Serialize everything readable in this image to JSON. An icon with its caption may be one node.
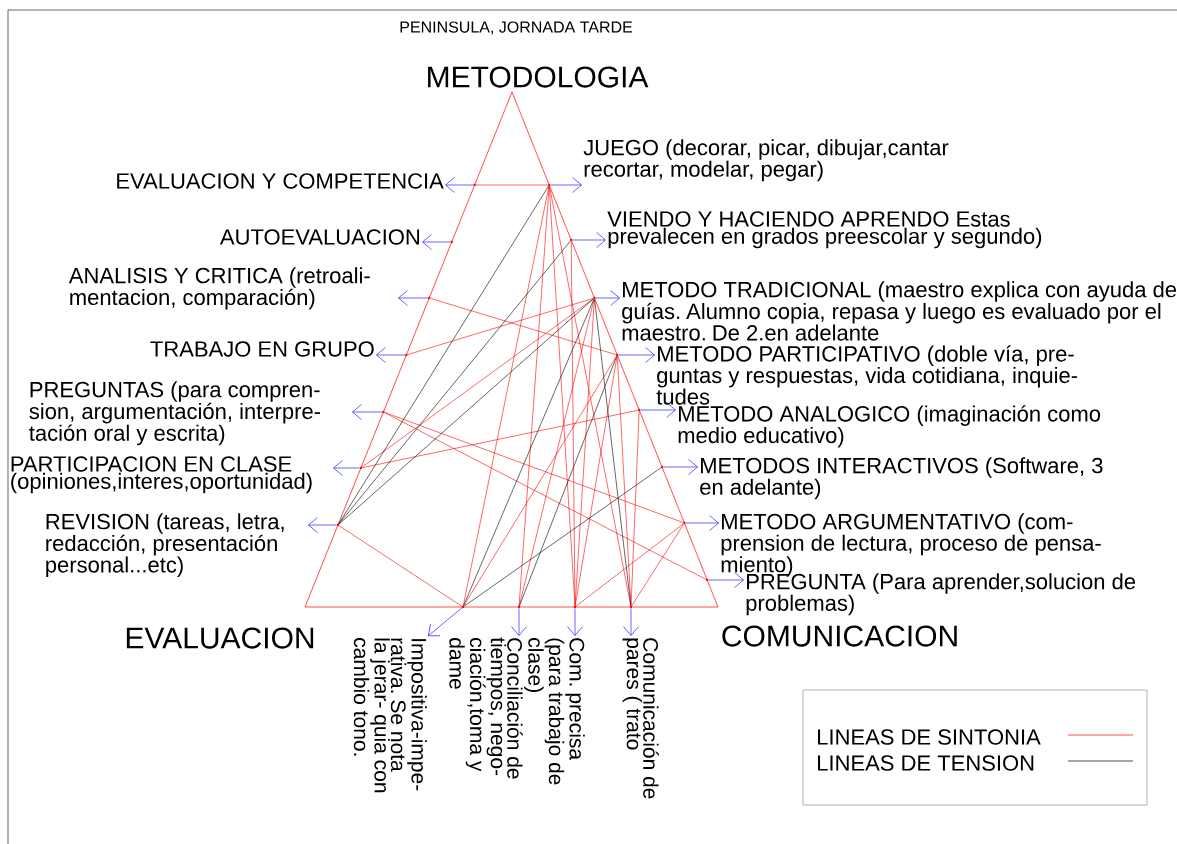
{
  "diagram": {
    "title": "PENINSULA, JORNADA TARDE",
    "nodes": [
      {
        "text": [
          "EVALUACION Y COMPETENCIA"
        ]
      },
      {
        "text": [
          "AUTOEVALUACION"
        ]
      },
      {
        "text": [
          "ANALISIS Y CRITICA (retroali- mentacion, comparación)"
        ]
      },
      {
        "text": [
          "TRABAJO EN GRUPO"
        ]
      },
      {
        "text": [
          "PREGUNTAS (para compren- sion, argumentación, interpre- tación oral y escrita)"
        ]
      },
      {
        "text": [
          "PARTICIPACION EN CLASE (opiniones,interes,oportunidad)"
        ]
      },
      {
        "text": [
          "REVISION (tareas, letra, redacción, presentación personal...etc)"
        ]
      },
      {
        "text": [
          "JUEGO (decorar, picar, dibujar,cantar recortar, modelar, pegar)"
        ]
      },
      {
        "text": [
          "VIENDO Y HACIENDO APRENDO Estas prevalecen en grados preescolar y segundo)"
        ]
      },
      {
        "text": [
          "METODO TRADICIONAL (maestro explica con ayuda de guías. Alumno copia, repasa y luego es evaluado por el maestro. De 2.en adelante"
        ]
      },
      {
        "text": [
          "METODO PARTICIPATIVO (doble vía, pre- guntas y respuestas, vida cotidiana, inquie- tudes"
        ]
      },
      {
        "text": [
          "METODO ANALOGICO (imaginación como medio educativo)"
        ]
      },
      {
        "text": [
          "METODOS INTERACTIVOS (Software, 3 en adelante)"
        ]
      },
      {
        "text": [
          "METODO ARGUMENTATIVO (com- prension de lectura, proceso de pensa- miento)"
        ]
      },
      {
        "text": [
          "PREGUNTA (Para aprender,solucion de problemas)"
        ]
      },
      {
        "text": [
          "Impositiva-impe- rativa. Se nota la jerar- quia con cambio tono."
        ]
      },
      {
        "text": [
          "Conciliación de tiempos, nego- ciación,toma y dame"
        ]
      },
      {
        "text": [
          "Com. precisa (para trabajo de clase)"
        ]
      },
      {
        "text": [
          "Comunicación de pares ( trato"
        ]
      },
      {
        "text": [],
        "shape": "dot"
      },
      {
        "text": [],
        "shape": "dot"
      },
      {
        "text": [],
        "shape": "dot"
      },
      {
        "text": [],
        "shape": "dot"
      },
      {
        "text": [],
        "shape": "dot"
      },
      {
        "text": [],
        "shape": "dot"
      },
      {
        "text": [],
        "shape": "dot"
      },
      {
        "text": [],
        "shape": "dot"
      },
      {
        "text": [],
        "shape": "dot"
      },
      {
        "text": [],
        "shape": "dot"
      },
      {
        "text": [],
        "shape": "dot"
      },
      {
        "text": [],
        "shape": "dot"
      },
      {
        "text": [],
        "shape": "dot"
      },
      {
        "text": [],
        "shape": "dot"
      },
      {
        "text": [],
        "shape": "dot"
      },
      {
        "text": [],
        "shape": "dot"
      },
      {
        "text": [],
        "shape": "dot"
      },
      {
        "text": [],
        "shape": "dot"
      },
      {
        "text": [],
        "shape": "dot"
      }
    ],
    "edges": [
      {
        "from": 19,
        "to": 0,
        "arrow": "to",
        "color": "#0000ff"
      },
      {
        "from": 20,
        "to": 1,
        "arrow": "to",
        "color": "#0000ff"
      },
      {
        "from": 21,
        "to": 2,
        "arrow": "to",
        "color": "#0000ff"
      },
      {
        "from": 22,
        "to": 3,
        "arrow": "to",
        "color": "#0000ff"
      },
      {
        "from": 23,
        "to": 4,
        "arrow": "to",
        "color": "#0000ff"
      },
      {
        "from": 24,
        "to": 5,
        "arrow": "to",
        "color": "#0000ff"
      },
      {
        "from": 25,
        "to": 6,
        "arrow": "to",
        "color": "#0000ff"
      },
      {
        "from": 26,
        "to": 7,
        "arrow": "to",
        "color": "#0000ff"
      },
      {
        "from": 27,
        "to": 8,
        "arrow": "to",
        "color": "#0000ff"
      },
      {
        "from": 28,
        "to": 9,
        "arrow": "to",
        "color": "#0000ff"
      },
      {
        "from": 29,
        "to": 10,
        "arrow": "to",
        "color": "#0000ff"
      },
      {
        "from": 30,
        "to": 11,
        "arrow": "to",
        "color": "#0000ff"
      },
      {
        "from": 31,
        "to": 12,
        "arrow": "to",
        "color": "#0000ff"
      },
      {
        "from": 32,
        "to": 13,
        "arrow": "to",
        "color": "#0000ff"
      },
      {
        "from": 33,
        "to": 14,
        "arrow": "to",
        "color": "#0000ff"
      },
      {
        "from": 34,
        "to": 15,
        "arrow": "to",
        "color": "#0000ff"
      },
      {
        "from": 35,
        "to": 16,
        "arrow": "to",
        "color": "#0000ff"
      },
      {
        "from": 36,
        "to": 17,
        "arrow": "to",
        "color": "#0000ff"
      },
      {
        "from": 37,
        "to": 18,
        "arrow": "to",
        "color": "#0000ff"
      },
      {
        "from": 19,
        "to": 26,
        "arrow": "none"
      },
      {
        "from": 26,
        "to": 35,
        "arrow": "none"
      },
      {
        "from": 26,
        "to": 36,
        "arrow": "none"
      },
      {
        "from": 26,
        "to": 37,
        "arrow": "none"
      },
      {
        "from": 21,
        "to": 29,
        "arrow": "none"
      },
      {
        "from": 22,
        "to": 28,
        "arrow": "none"
      },
      {
        "from": 23,
        "to": 32,
        "arrow": "none"
      },
      {
        "from": 23,
        "to": 33,
        "arrow": "none"
      },
      {
        "from": 24,
        "to": 28,
        "arrow": "none"
      },
      {
        "from": 24,
        "to": 30,
        "arrow": "none"
      },
      {
        "from": 25,
        "to": 34,
        "arrow": "none"
      },
      {
        "from": 28,
        "to": 35,
        "arrow": "none"
      },
      {
        "from": 28,
        "to": 36,
        "arrow": "none"
      },
      {
        "from": 29,
        "to": 36,
        "arrow": "none"
      },
      {
        "from": 29,
        "to": 37,
        "arrow": "none"
      },
      {
        "from": 32,
        "to": 36,
        "arrow": "none"
      },
      {
        "from": 32,
        "to": 37,
        "arrow": "none"
      },
      {
        "from": 30,
        "to": 37,
        "arrow": "none"
      },
      {
        "from": 34,
        "to": 29,
        "arrow": "none"
      },
      {
        "from": 27,
        "to": 36,
        "arrow": "none"
      },
      {
        "from": 26,
        "to": 34,
        "arrow": "none"
      },
      {
        "from": 25,
        "to": 26,
        "arrow": "none",
        "color": "#000000"
      },
      {
        "from": 25,
        "to": 27,
        "arrow": "none",
        "color": "#000000"
      },
      {
        "from": 25,
        "to": 28,
        "arrow": "none",
        "color": "#000000"
      },
      {
        "from": 34,
        "to": 31,
        "arrow": "none",
        "color": "#000000"
      },
      {
        "from": 34,
        "to": 28,
        "arrow": "none",
        "color": "#000000"
      },
      {
        "from": 28,
        "to": 37,
        "arrow": "none",
        "color": "#000000"
      },
      {
        "from": 29,
        "to": 35,
        "arrow": "none",
        "color": "#000000"
      }
    ],
    "labels": [
      "METODOLOGIA",
      "EVALUACION",
      "COMUNICACION"
    ],
    "legend": [
      {
        "text": "LINEAS DE SINTONIA"
      },
      {
        "text": "LINEAS DE TENSION"
      }
    ]
  }
}
